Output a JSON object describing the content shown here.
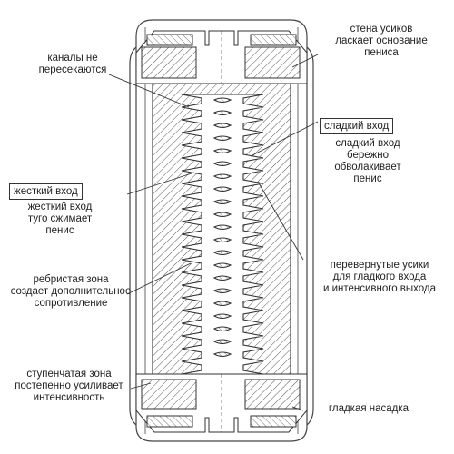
{
  "labels": {
    "channels": "каналы не\nпересекаются",
    "hard_entry_title": "жесткий вход",
    "hard_entry_desc": "жесткий вход\nтуго сжимает\nпенис",
    "ribbed_zone": "ребристая зона\nсоздает дополнительное\nсопротивление",
    "stepped_zone": "ступенчатая зона\nпостепенно усиливает\nинтенсивность",
    "wall_whiskers": "стена усиков\nласкает основание\nпениса",
    "sweet_entry_title": "сладкий вход",
    "sweet_entry_desc": "сладкий вход\nбережно\nобволакивает\nпенис",
    "inverted_whiskers": "перевернутые усики\nдля гладкого входа\nи интенсивного выхода",
    "smooth_cap": "гладкая насадка"
  }
}
